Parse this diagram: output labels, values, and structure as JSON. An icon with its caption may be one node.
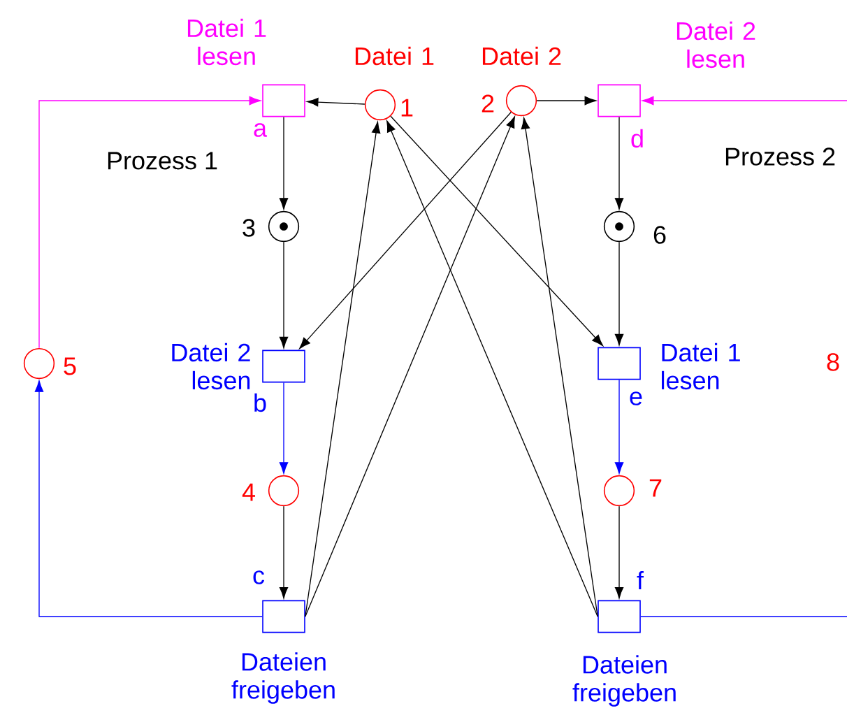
{
  "diagram": {
    "nodes": [
      {
        "text": [
          "Datei 1 lesen"
        ],
        "beside": [
          "a"
        ]
      },
      {
        "text": [
          "Datei 1"
        ],
        "beside": [
          "1"
        ]
      },
      {
        "text": [
          "Datei 2"
        ],
        "beside": [
          "2"
        ]
      },
      {
        "text": [
          "Datei 2 lesen"
        ],
        "beside": [
          "d"
        ]
      },
      {
        "text": [],
        "shape": "circle",
        "beside": [
          "3"
        ]
      },
      {
        "text": [],
        "shape": "circle",
        "beside": [
          "6"
        ]
      },
      {
        "text": [
          "Datei 2 lesen"
        ],
        "beside": [
          "b"
        ]
      },
      {
        "text": [
          "Datei 1 lesen"
        ],
        "beside": [
          "e"
        ]
      },
      {
        "text": [],
        "shape": "circle",
        "beside": [
          "5"
        ]
      },
      {
        "text": [],
        "shape": "circle",
        "beside": [
          "4"
        ]
      },
      {
        "text": [],
        "shape": "circle",
        "beside": [
          "7"
        ]
      },
      {
        "text": [
          "Dateien freigeben"
        ],
        "beside": [
          "c"
        ]
      },
      {
        "text": [
          "Dateien freigeben"
        ],
        "beside": [
          "f"
        ]
      }
    ],
    "edges": [
      {
        "from": 1,
        "to": 0,
        "arrow": "to"
      },
      {
        "from": 2,
        "to": 3,
        "arrow": "to"
      },
      {
        "from": 0,
        "to": 4,
        "arrow": "to"
      },
      {
        "from": 3,
        "to": 5,
        "arrow": "to"
      },
      {
        "from": 4,
        "to": 6,
        "arrow": "to"
      },
      {
        "from": 5,
        "to": 7,
        "arrow": "to"
      },
      {
        "from": 2,
        "to": 6,
        "arrow": "to"
      },
      {
        "from": 1,
        "to": 7,
        "arrow": "to"
      },
      {
        "from": 6,
        "to": 9,
        "arrow": "to",
        "color": "#0000ff"
      },
      {
        "from": 7,
        "to": 10,
        "arrow": "to",
        "color": "#0000ff"
      },
      {
        "from": 9,
        "to": 11,
        "arrow": "to"
      },
      {
        "from": 10,
        "to": 12,
        "arrow": "to"
      },
      {
        "from": 11,
        "to": 1,
        "arrow": "to"
      },
      {
        "from": 11,
        "to": 2,
        "arrow": "to"
      },
      {
        "from": 12,
        "to": 1,
        "arrow": "to"
      },
      {
        "from": 12,
        "to": 2,
        "arrow": "to"
      },
      {
        "from": 11,
        "to": 8,
        "arrow": "to",
        "color": "#0000ff"
      },
      {
        "from": 8,
        "to": 0,
        "arrow": "to",
        "color": "#ff00ff"
      },
      {
        "from": 12,
        "to": null,
        "arrow": "none",
        "color": "#0000ff"
      },
      {
        "from": null,
        "to": 3,
        "arrow": "to",
        "color": "#ff00ff"
      }
    ],
    "labels": [
      "Prozess 1",
      "Prozess 2",
      "8"
    ]
  }
}
